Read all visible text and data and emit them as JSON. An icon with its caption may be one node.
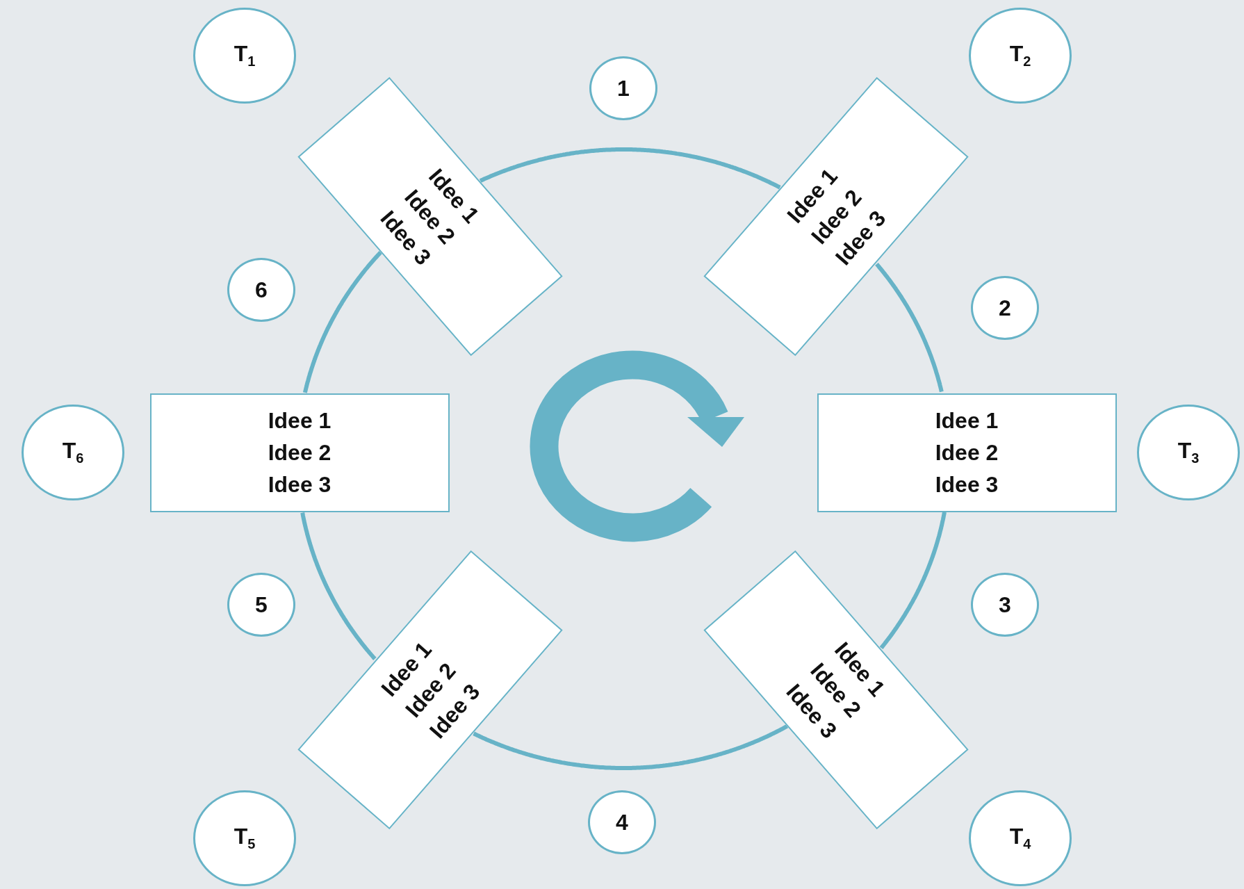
{
  "diagram": {
    "nodes": [
      {
        "text": [
          "T$_{1}$"
        ]
      },
      {
        "text": [
          "1"
        ]
      },
      {
        "text": [
          "T$_{2}$"
        ]
      },
      {
        "text": [
          "Idee 1",
          "Idee 2",
          "Idee 3"
        ]
      },
      {
        "text": [
          "Idee 1",
          "Idee 2",
          "Idee 3"
        ]
      },
      {
        "text": [
          "6"
        ]
      },
      {
        "text": [
          "2"
        ]
      },
      {
        "text": [
          "T$_{6}$"
        ]
      },
      {
        "text": [
          "Idee 1",
          "Idee 2",
          "Idee 3"
        ]
      },
      {
        "text": [
          "Idee 1",
          "Idee 2",
          "Idee 3"
        ]
      },
      {
        "text": [
          "T$_{3}$"
        ]
      },
      {
        "text": [
          "5"
        ]
      },
      {
        "text": [
          "3"
        ]
      },
      {
        "text": [
          "Idee 1",
          "Idee 2",
          "Idee 3"
        ]
      },
      {
        "text": [
          "Idee 1",
          "Idee 2",
          "Idee 3"
        ]
      },
      {
        "text": [
          "T$_{5}$"
        ]
      },
      {
        "text": [
          "4"
        ]
      },
      {
        "text": [
          "T$_{4}$"
        ]
      }
    ],
    "edges": [
      {
        "from": 3,
        "to": 4,
        "arrow": "none"
      },
      {
        "from": 4,
        "to": 9,
        "arrow": "none"
      },
      {
        "from": 9,
        "to": 14,
        "arrow": "none"
      },
      {
        "from": 14,
        "to": 13,
        "arrow": "none"
      },
      {
        "from": 13,
        "to": 8,
        "arrow": "none"
      },
      {
        "from": 8,
        "to": 3,
        "arrow": "none"
      }
    ]
  }
}
